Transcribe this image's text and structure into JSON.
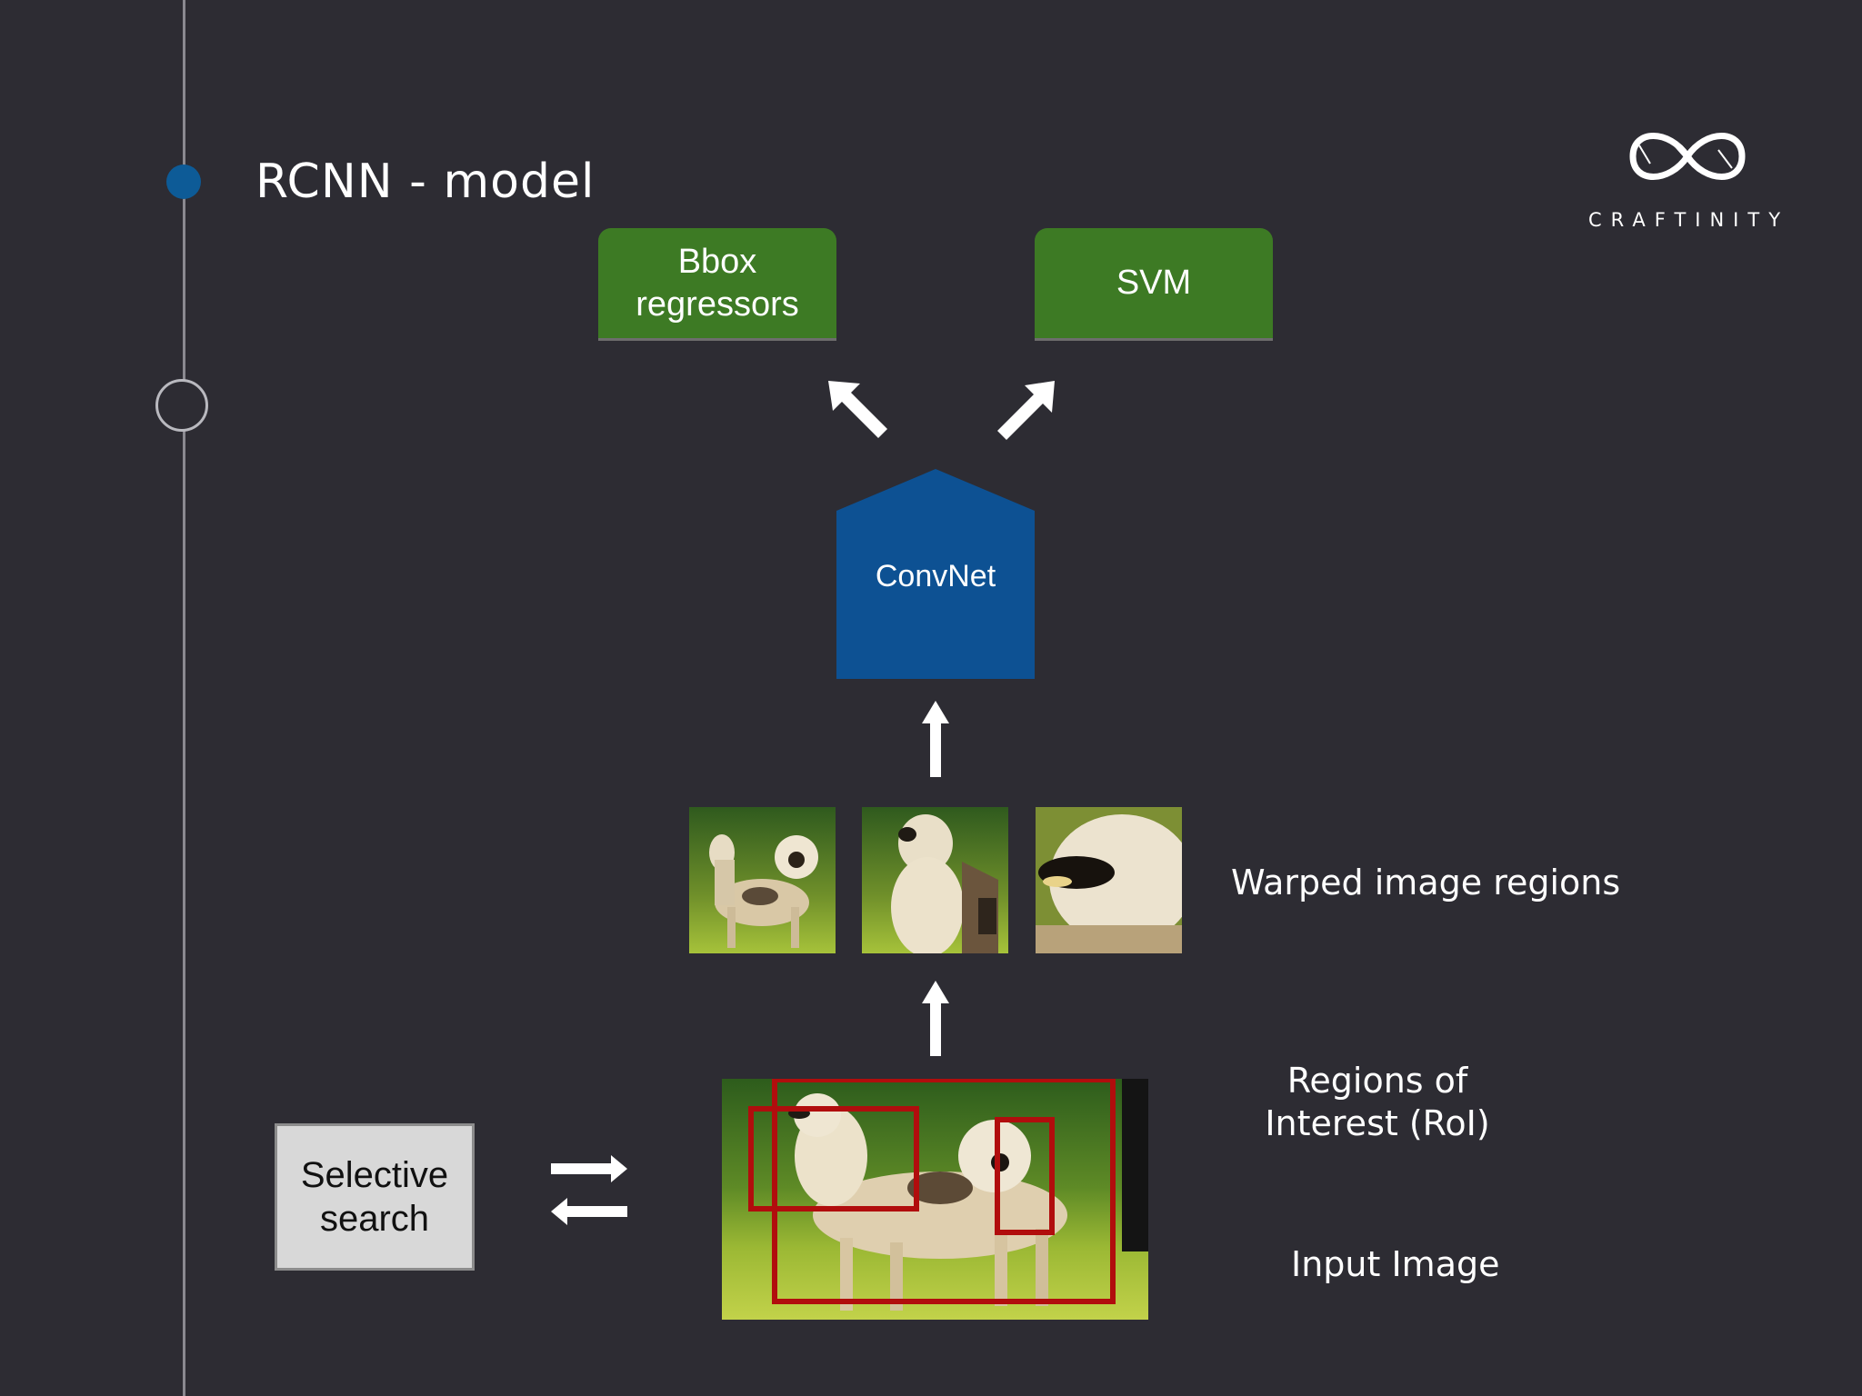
{
  "slide": {
    "title": "RCNN - model"
  },
  "logo": {
    "icon": "infinity-logo-icon",
    "text": "CRAFTINITY"
  },
  "diagram": {
    "outputs": {
      "bbox_line1": "Bbox",
      "bbox_line2": "regressors",
      "svm": "SVM",
      "color": "#3d7a24"
    },
    "convnet": {
      "label": "ConvNet",
      "color": "#0d5193"
    },
    "warped_regions_label": "Warped image regions",
    "roi_label_line1": "Regions of",
    "roi_label_line2": "Interest (RoI)",
    "input_image_label": "Input Image",
    "selective_search_line1": "Selective",
    "selective_search_line2": "search",
    "roi_box_color": "#b10d0d"
  }
}
